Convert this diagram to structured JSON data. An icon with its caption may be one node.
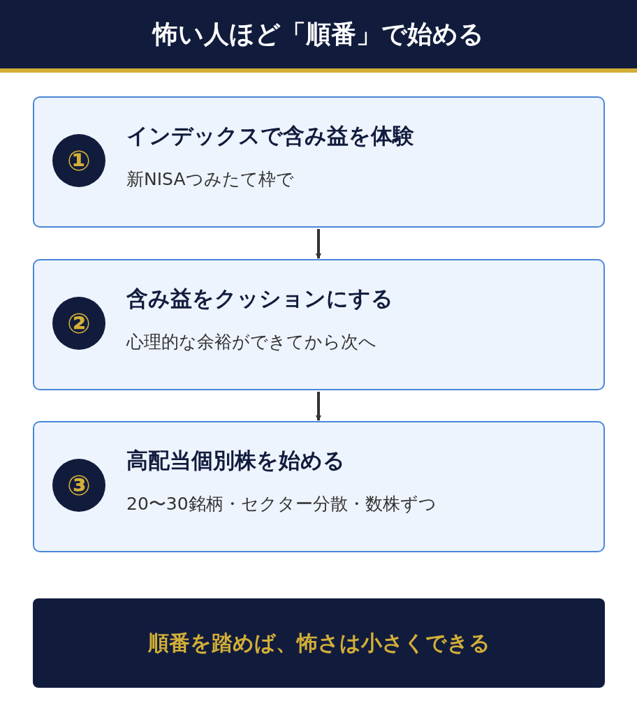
{
  "diagram": {
    "title": "怖い人ほど「順番」で始める",
    "nodes": [
      {
        "text": [
          "インデックスで含み益を体験",
          "新NISAつみたて枠で"
        ]
      },
      {
        "text": [
          "①"
        ],
        "in": 0
      },
      {
        "text": [
          "含み益をクッションにする",
          "心理的な余裕ができてから次へ"
        ]
      },
      {
        "text": [
          "②"
        ],
        "in": 2
      },
      {
        "text": [
          "高配当個別株を始める",
          "20〜30銘柄・セクター分散・数株ずつ"
        ]
      },
      {
        "text": [
          "③"
        ],
        "in": 4
      },
      {
        "text": [
          "順番を踏めば、怖さは小さくできる"
        ]
      }
    ],
    "edges": [
      {
        "from": 0,
        "to": 2,
        "arrow": "to"
      },
      {
        "from": 2,
        "to": 4,
        "arrow": "to"
      }
    ]
  }
}
